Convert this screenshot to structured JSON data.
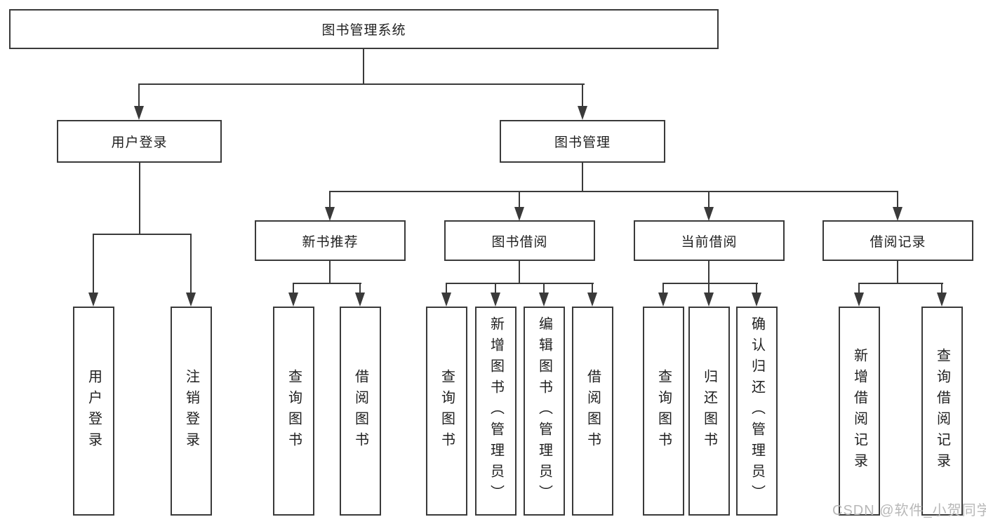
{
  "diagram": {
    "type": "hierarchy-tree",
    "root": {
      "label": "图书管理系统"
    },
    "level2": [
      {
        "id": "user-login",
        "label": "用户登录",
        "children": [
          {
            "label": "用户登录"
          },
          {
            "label": "注销登录"
          }
        ]
      },
      {
        "id": "book-management",
        "label": "图书管理",
        "children": [
          {
            "id": "new-book-recommend",
            "label": "新书推荐",
            "children": [
              {
                "label": "查询图书"
              },
              {
                "label": "借阅图书"
              }
            ]
          },
          {
            "id": "book-borrow",
            "label": "图书借阅",
            "children": [
              {
                "label": "查询图书"
              },
              {
                "label": "新增图书（管理员）"
              },
              {
                "label": "编辑图书（管理员）"
              },
              {
                "label": "借阅图书"
              }
            ]
          },
          {
            "id": "current-borrow",
            "label": "当前借阅",
            "children": [
              {
                "label": "查询图书"
              },
              {
                "label": "归还图书"
              },
              {
                "label": "确认归还（管理员）"
              }
            ]
          },
          {
            "id": "borrow-records",
            "label": "借阅记录",
            "children": [
              {
                "label": "新增借阅记录"
              },
              {
                "label": "查询借阅记录"
              }
            ]
          }
        ]
      }
    ]
  },
  "watermark": {
    "text": "CSDN @软件_小贺同学"
  },
  "colors": {
    "line": "#3a3a3a",
    "text": "#1f1f1f",
    "background": "#ffffff",
    "watermark": "#b8b8b8"
  }
}
